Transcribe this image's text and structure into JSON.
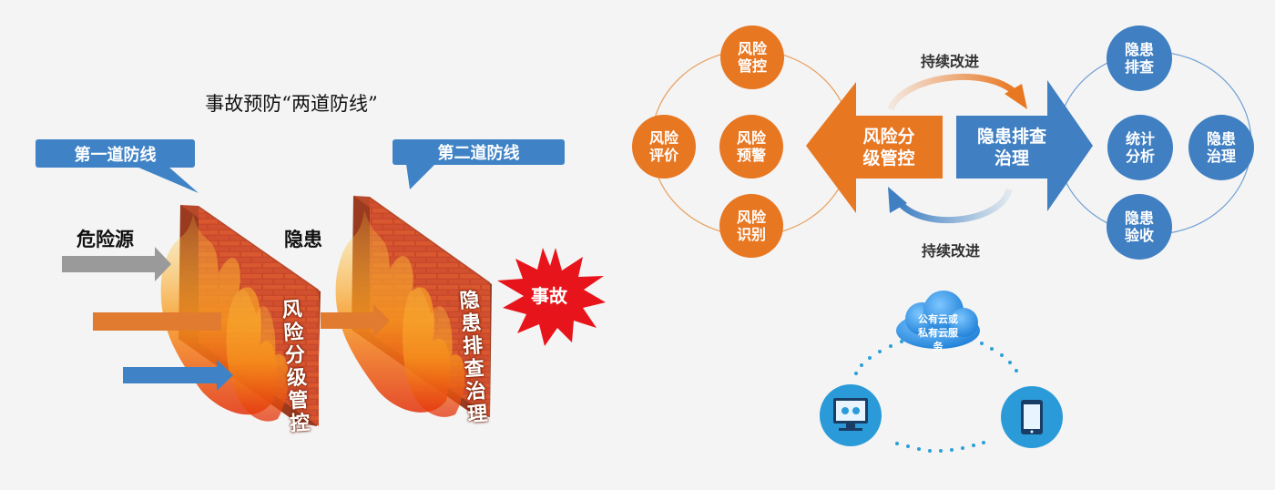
{
  "left": {
    "title": "事故预防“两道防线”",
    "callout_first": "第一道防线",
    "callout_second": "第二道防线",
    "hazard_source": "危险源",
    "hidden_danger": "隐患",
    "wall1_text": "风险分级管控",
    "wall2_text": "隐患排查治理",
    "accident": "事故",
    "colors": {
      "arrow_gray": "#9a9a9a",
      "arrow_orange": "#e07b2f",
      "arrow_blue": "#3f83c6",
      "burst": "#e8141b"
    }
  },
  "right": {
    "risk_cycle": {
      "top": "风险管控",
      "left": "风险评价",
      "center": "风险预警",
      "bottom": "风险识别"
    },
    "center_left_arrow": "风险分级管控",
    "center_right_arrow": "隐患排查治理",
    "loop_top": "持续改进",
    "loop_bottom": "持续改进",
    "hazard_cycle": {
      "top": "隐患排查",
      "center": "统计分析",
      "right": "隐患治理",
      "bottom": "隐患验收"
    },
    "colors": {
      "orange": "#e87722",
      "blue": "#3f7fc2",
      "ring_orange": "#e8a060",
      "ring_blue": "#6f9fd2"
    }
  },
  "cloud": {
    "label": "公有云或私有云服务",
    "devices": [
      "desktop-computer",
      "mobile-phone"
    ]
  }
}
